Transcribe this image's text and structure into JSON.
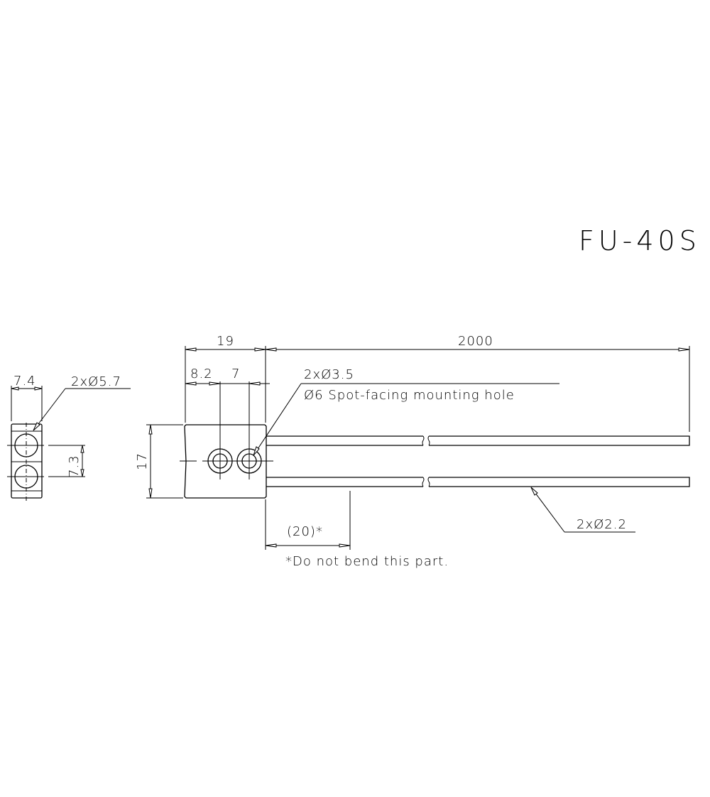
{
  "drawing": {
    "title": "FU-40S",
    "colors": {
      "line": "#000000",
      "background": "#ffffff"
    },
    "front_view": {
      "dim_width": "7.4",
      "dim_pitch": "7.3",
      "hole_callout": "2xØ5.7"
    },
    "side_view": {
      "dim_height": "17",
      "dim_body_length": "19",
      "dim_hole1_offset": "8.2",
      "dim_hole_pitch": "7",
      "hole_callout_line1": "2xØ3.5",
      "hole_callout_line2": "Ø6 Spot-facing mounting hole"
    },
    "fiber": {
      "dim_length": "2000",
      "dim_no_bend": "(20)*",
      "diameter_callout": "2xØ2.2",
      "note": "*Do not bend this part."
    }
  }
}
